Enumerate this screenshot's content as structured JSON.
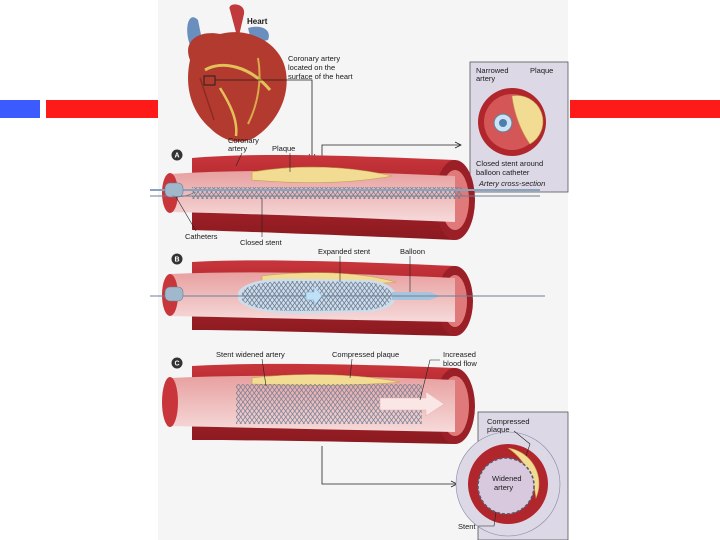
{
  "colors": {
    "accent_blue": "#3b5bff",
    "accent_red": "#ff1a1a",
    "artery": "#b1262d",
    "plaque": "#f2dc93",
    "stent": "#7a8fa6"
  },
  "top": {
    "heart": "Heart",
    "coronary_1": "Coronary artery",
    "coronary_2": "located on the",
    "coronary_3": "surface of the heart"
  },
  "inset_a": {
    "narrowed_1": "Narrowed",
    "narrowed_2": "artery",
    "plaque": "Plaque",
    "closed_1": "Closed stent around",
    "closed_2": "balloon catheter",
    "caption": "Artery cross-section"
  },
  "step_a": {
    "letter": "A",
    "coronary_1": "Coronary",
    "coronary_2": "artery",
    "plaque": "Plaque",
    "catheters": "Catheters",
    "closed_stent": "Closed stent"
  },
  "step_b": {
    "letter": "B",
    "expanded_stent": "Expanded stent",
    "balloon": "Balloon"
  },
  "step_c": {
    "letter": "C",
    "stent_widened": "Stent widened artery",
    "compressed_plaque": "Compressed plaque",
    "increased_1": "Increased",
    "increased_2": "blood flow"
  },
  "inset_c": {
    "compressed_1": "Compressed",
    "compressed_2": "plaque",
    "widened_1": "Widened",
    "widened_2": "artery",
    "stent": "Stent"
  }
}
